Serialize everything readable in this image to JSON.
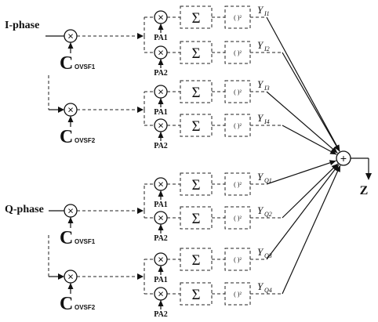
{
  "labels": {
    "i_phase": "I-phase",
    "q_phase": "Q-phase",
    "z": "Z",
    "sum_symbol": "Σ",
    "square_symbol": "( )²",
    "combiner_symbol": "+",
    "multiplier_symbol": "×"
  },
  "spreading_codes": [
    "C",
    "C",
    "C",
    "C"
  ],
  "spreading_code_subscripts": [
    "OVSF1",
    "OVSF2",
    "OVSF1",
    "OVSF2"
  ],
  "branches": [
    {
      "pa": "PA1",
      "y": "Y",
      "y_sub": "I1"
    },
    {
      "pa": "PA2",
      "y": "Y",
      "y_sub": "I2"
    },
    {
      "pa": "PA1",
      "y": "Y",
      "y_sub": "I3"
    },
    {
      "pa": "PA2",
      "y": "Y",
      "y_sub": "I4"
    },
    {
      "pa": "PA1",
      "y": "Y",
      "y_sub": "Q1"
    },
    {
      "pa": "PA2",
      "y": "Y",
      "y_sub": "Q2"
    },
    {
      "pa": "PA1",
      "y": "Y",
      "y_sub": "Q3"
    },
    {
      "pa": "PA2",
      "y": "Y",
      "y_sub": "Q4"
    }
  ]
}
